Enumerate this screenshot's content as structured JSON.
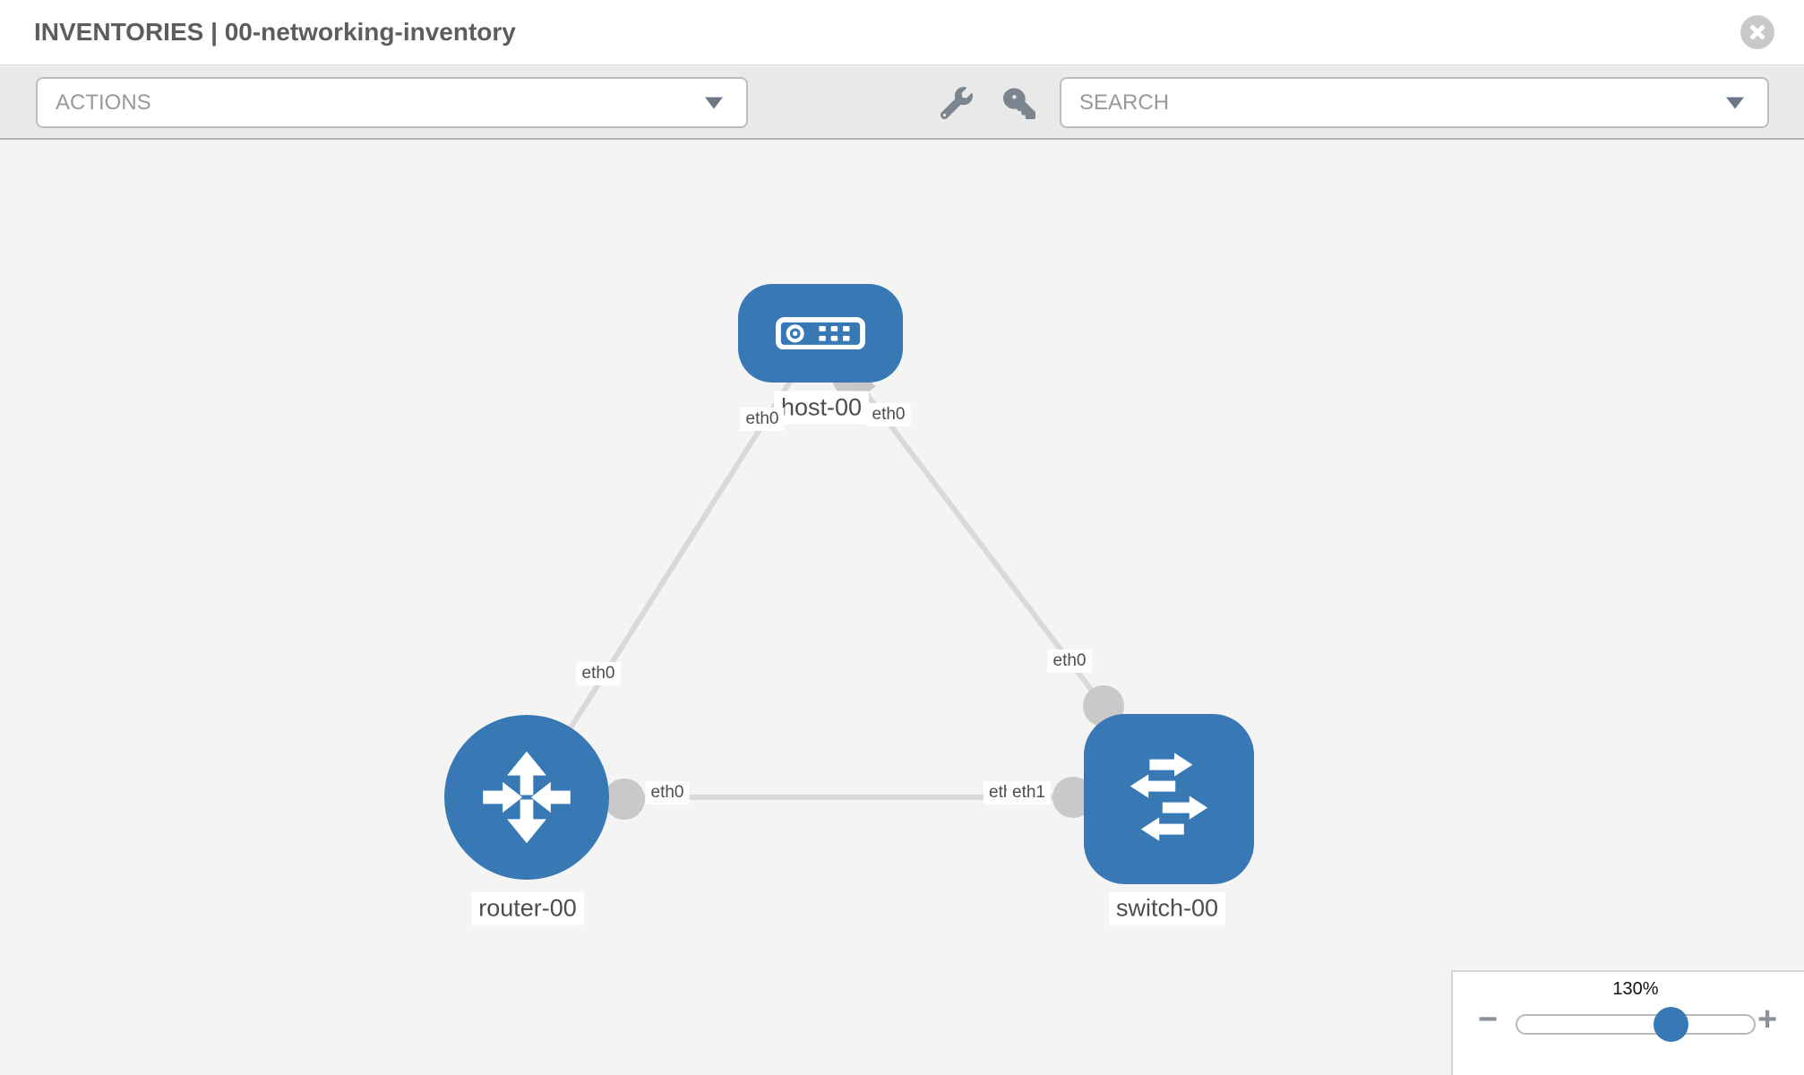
{
  "header": {
    "title": "INVENTORIES | 00-networking-inventory"
  },
  "toolbar": {
    "actions_label": "ACTIONS",
    "search_placeholder": "SEARCH",
    "icon_names": [
      "wrench-icon",
      "key-icon"
    ]
  },
  "canvas": {
    "nodes": [
      {
        "id": "host-00",
        "type": "host",
        "label": "host-00"
      },
      {
        "id": "router-00",
        "type": "router",
        "label": "router-00"
      },
      {
        "id": "switch-00",
        "type": "switch",
        "label": "switch-00"
      }
    ],
    "links": [
      {
        "source": "router-00",
        "target": "host-00",
        "source_interface": "eth0",
        "target_interface": "eth0"
      },
      {
        "source": "host-00",
        "target": "switch-00",
        "source_interface": "eth0",
        "target_interface": "eth0"
      },
      {
        "source": "router-00",
        "target": "switch-00",
        "source_interface": "eth0",
        "target_interface": "eth1"
      }
    ],
    "interface_labels": {
      "host_left": "eth0",
      "host_right": "eth0",
      "link_host_router_near_router": "eth0",
      "link_host_switch_near_switch": "eth0",
      "link_router_switch_near_router": "eth0",
      "link_router_switch_near_switch_back": "eth0",
      "link_router_switch_near_switch_front": "eth1"
    }
  },
  "zoom": {
    "level": "130%",
    "minus_glyph": "−",
    "plus_glyph": "+"
  },
  "colors": {
    "node_blue": "#3878b4",
    "link_gray": "#d9d9d9",
    "port_gray": "#c9c9c9",
    "toolbar_bg": "#e9e9e9",
    "canvas_bg": "#f4f4f4"
  }
}
